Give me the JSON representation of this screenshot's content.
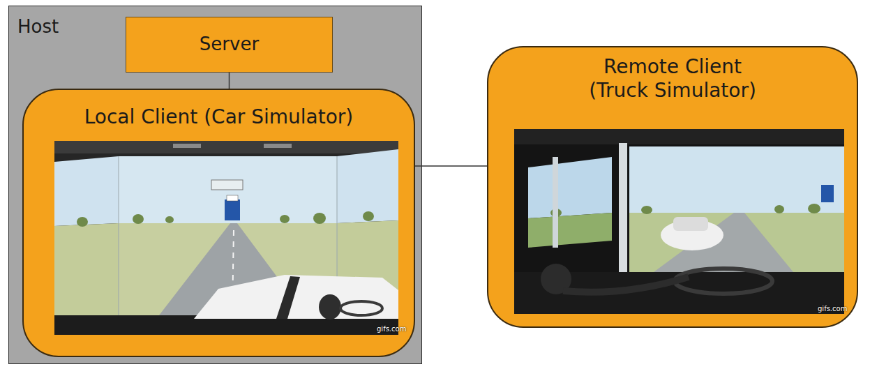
{
  "diagram": {
    "nodes": [
      {
        "text": [
          "Host"
        ]
      },
      {
        "text": [
          "Server"
        ],
        "in": 0
      },
      {
        "text": [
          "Local Client (Car Simulator)"
        ],
        "in": 0
      },
      {
        "text": [
          "Remote Client (Truck Simulator)"
        ]
      }
    ],
    "edges": [
      {
        "from": 1,
        "to": 2,
        "arrow": "none"
      },
      {
        "from": 2,
        "to": 3,
        "arrow": "none"
      }
    ],
    "labels": [
      "gifs.com",
      "gifs.com"
    ]
  }
}
